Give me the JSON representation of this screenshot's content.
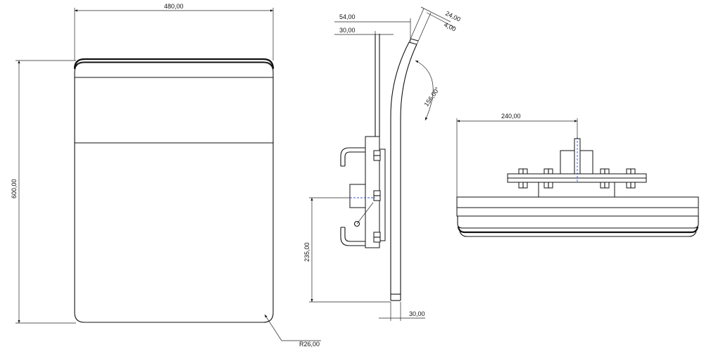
{
  "dimensions": {
    "front_width": "480,00",
    "front_height": "600,00",
    "corner_radius": "R26,00",
    "side_offset_top": "54,00",
    "side_offset_inner": "30,00",
    "side_thickness_top": "24,00",
    "side_thickness_inner": "4,00",
    "side_angle": "156,00°",
    "side_mount_height": "235,00",
    "side_bottom_width": "30,00",
    "top_half_width": "240,00"
  },
  "colors": {
    "line": "#111111",
    "centerline": "#3b4bd6",
    "background": "#ffffff"
  }
}
